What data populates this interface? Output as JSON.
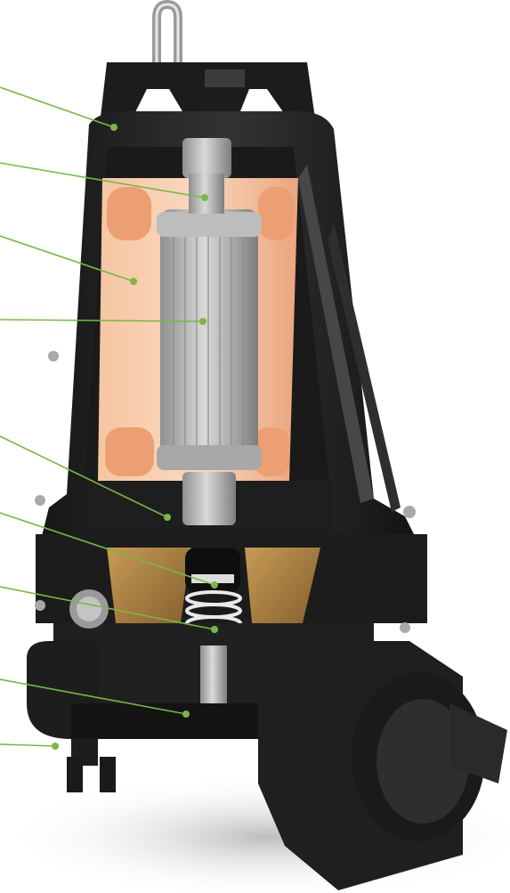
{
  "figure": {
    "subject": "submersible-pump-cutaway",
    "colors": {
      "background": "#ffffff",
      "cast_iron": "#222222",
      "cast_iron_light": "#3a3a3a",
      "winding_copper": "#f3b98f",
      "winding_highlight": "#f8d2b3",
      "rotor_steel": "#b9b9b9",
      "rotor_dark": "#8a8a8a",
      "impeller_bronze": "#b38a4a",
      "shadow": "#cfcfcf",
      "leader_line": "#7ab648",
      "leader_dot": "#7ab648"
    },
    "callouts": [
      {
        "id": "lifting-frame"
      },
      {
        "id": "motor-shaft"
      },
      {
        "id": "stator-winding"
      },
      {
        "id": "rotor"
      },
      {
        "id": "bearing-housing"
      },
      {
        "id": "upper-mechanical-seal"
      },
      {
        "id": "lower-mechanical-seal"
      },
      {
        "id": "impeller"
      },
      {
        "id": "volute-casing"
      }
    ]
  }
}
